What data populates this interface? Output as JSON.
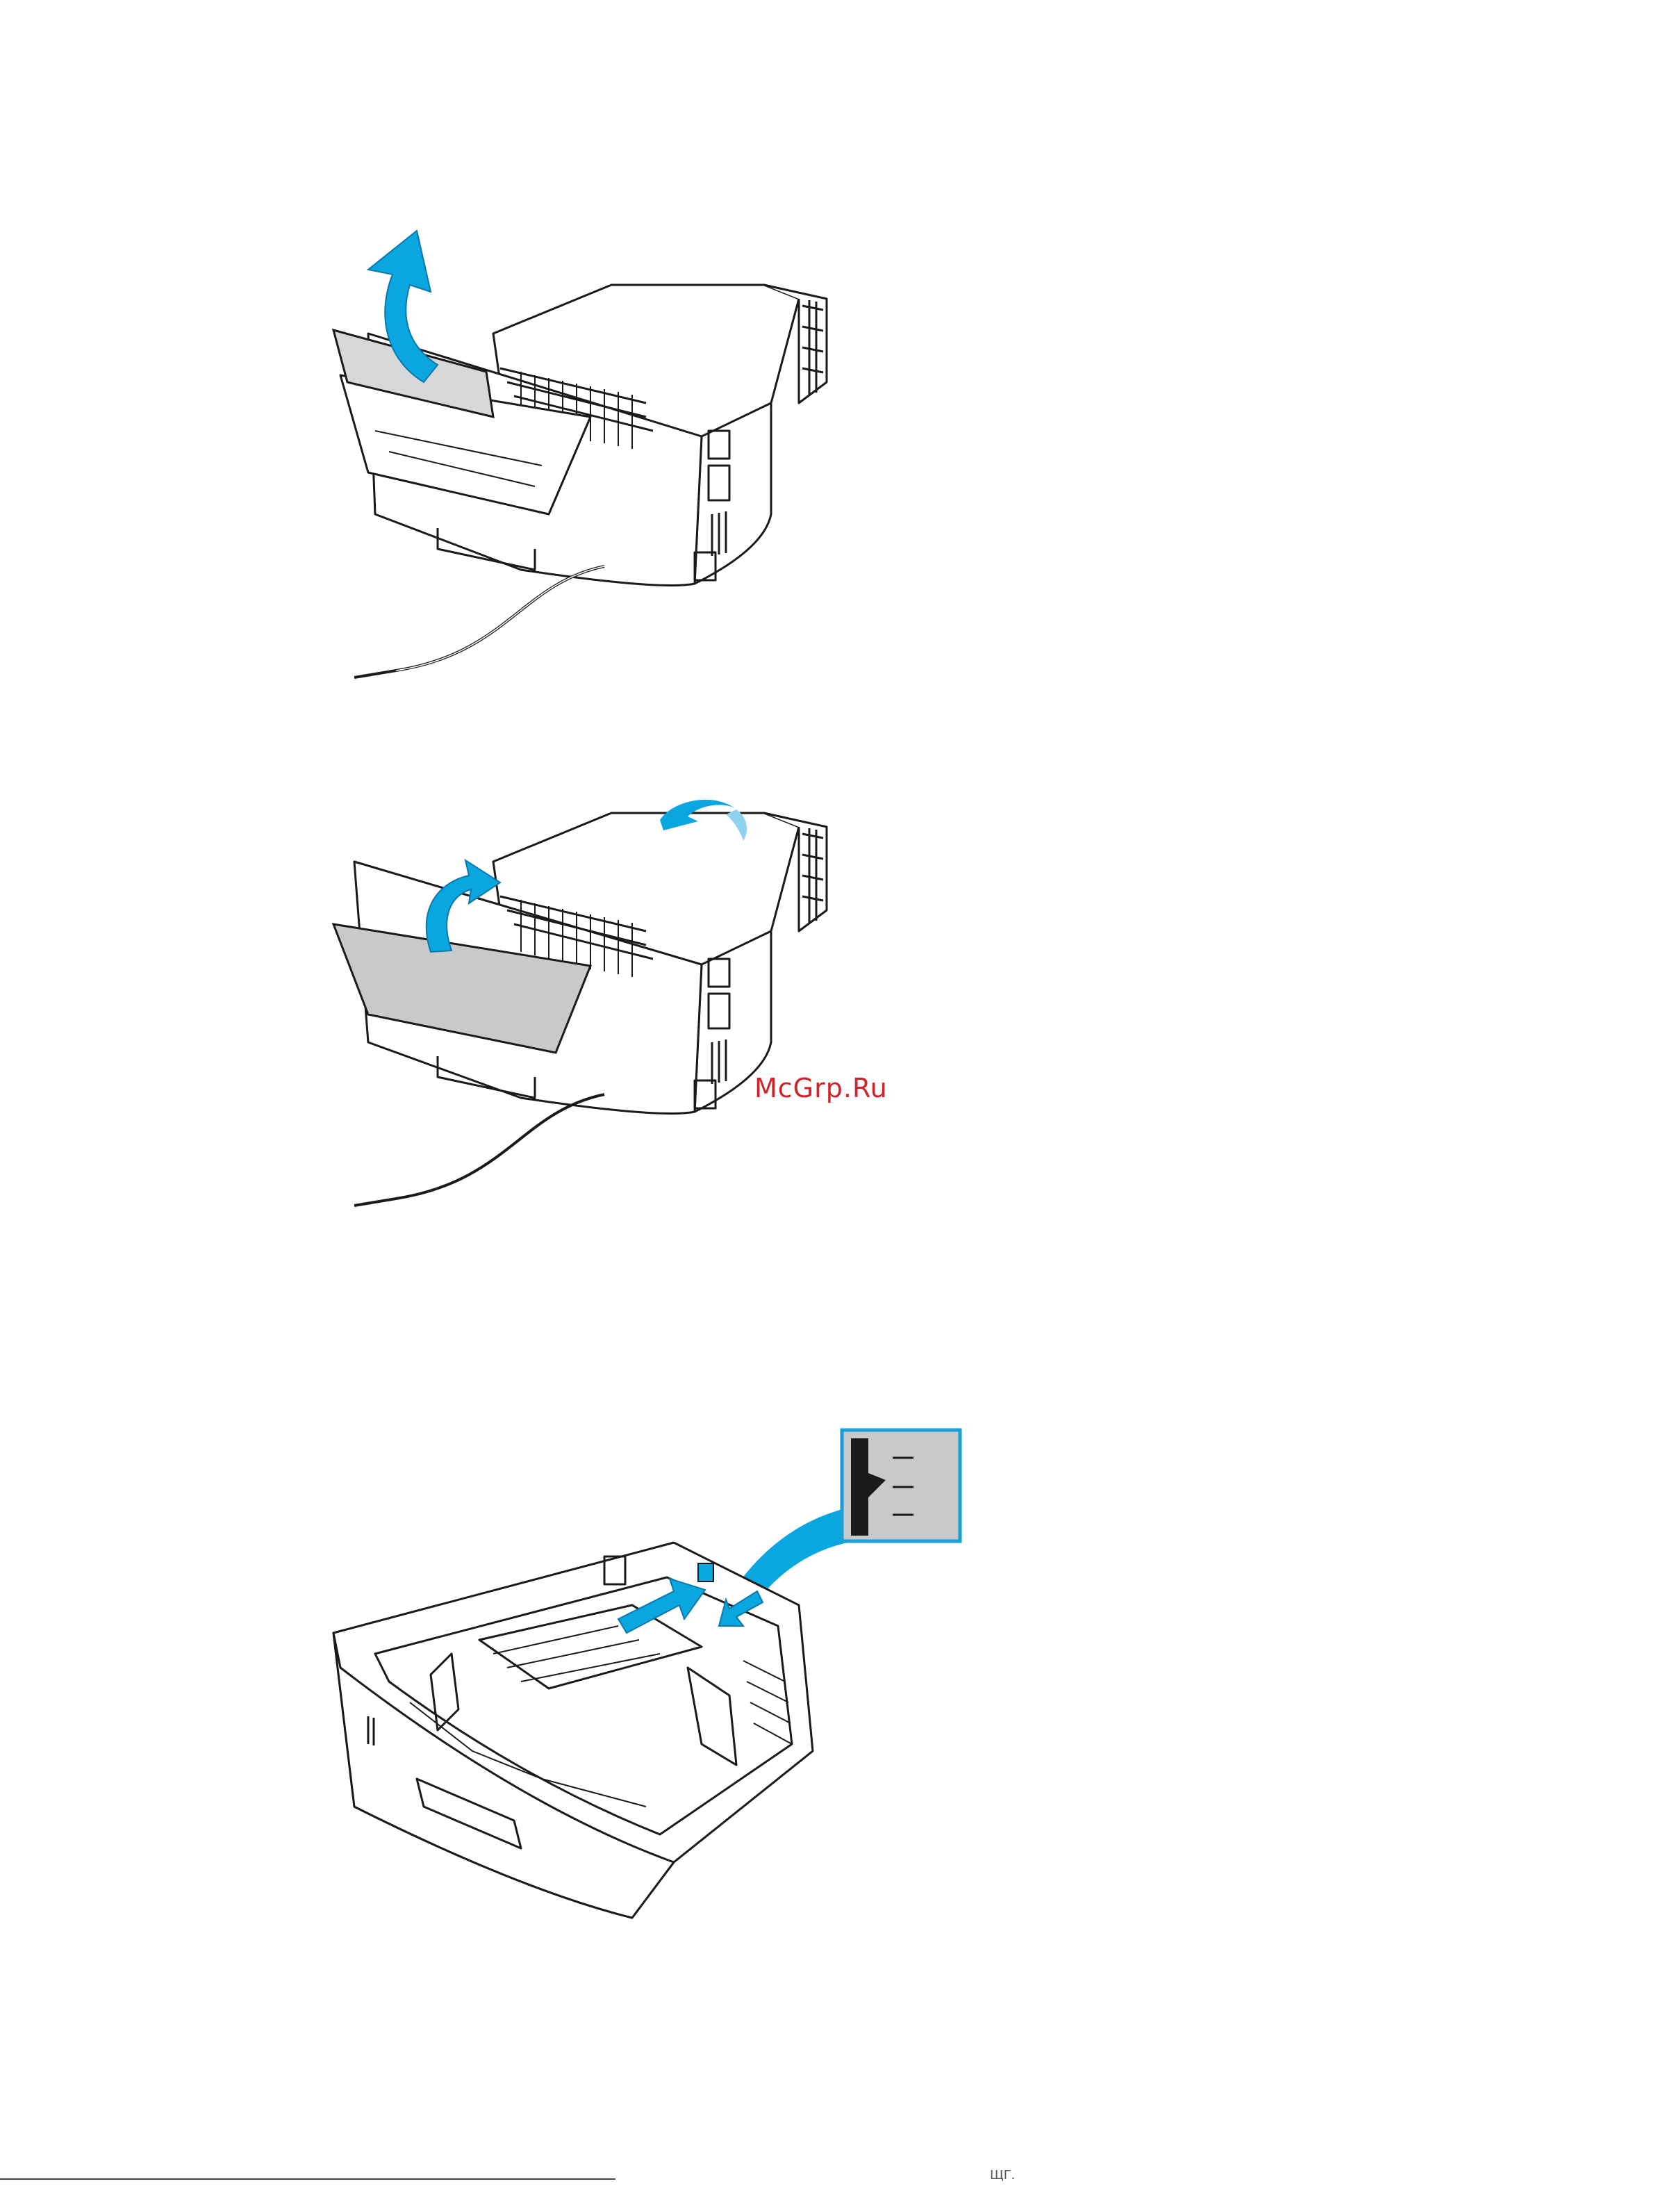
{
  "watermark": {
    "text": "McGrp.Ru",
    "color": "#d2232a"
  },
  "footer": {
    "mark": "ЩГ."
  },
  "colors": {
    "arrow": "#0aa6e0",
    "arrow_light": "#8fd2f0",
    "line": "#1a1a1a",
    "panel_fill": "#c8c9cb",
    "callout_border": "#1a9fd6"
  },
  "illustrations": [
    {
      "id": "printer-rear-lift-jammed-paper",
      "icons": [
        "printer-rear-icon",
        "up-arrow-icon",
        "paper-sheet-icon",
        "power-cord-icon"
      ]
    },
    {
      "id": "printer-rear-close-door",
      "icons": [
        "printer-rear-icon",
        "curved-arrow-icon",
        "power-cord-icon"
      ]
    },
    {
      "id": "paper-tray-adjust-guide",
      "icons": [
        "paper-tray-icon",
        "right-arrow-icon",
        "callout-zoom-icon",
        "guide-marks-icon"
      ]
    }
  ]
}
